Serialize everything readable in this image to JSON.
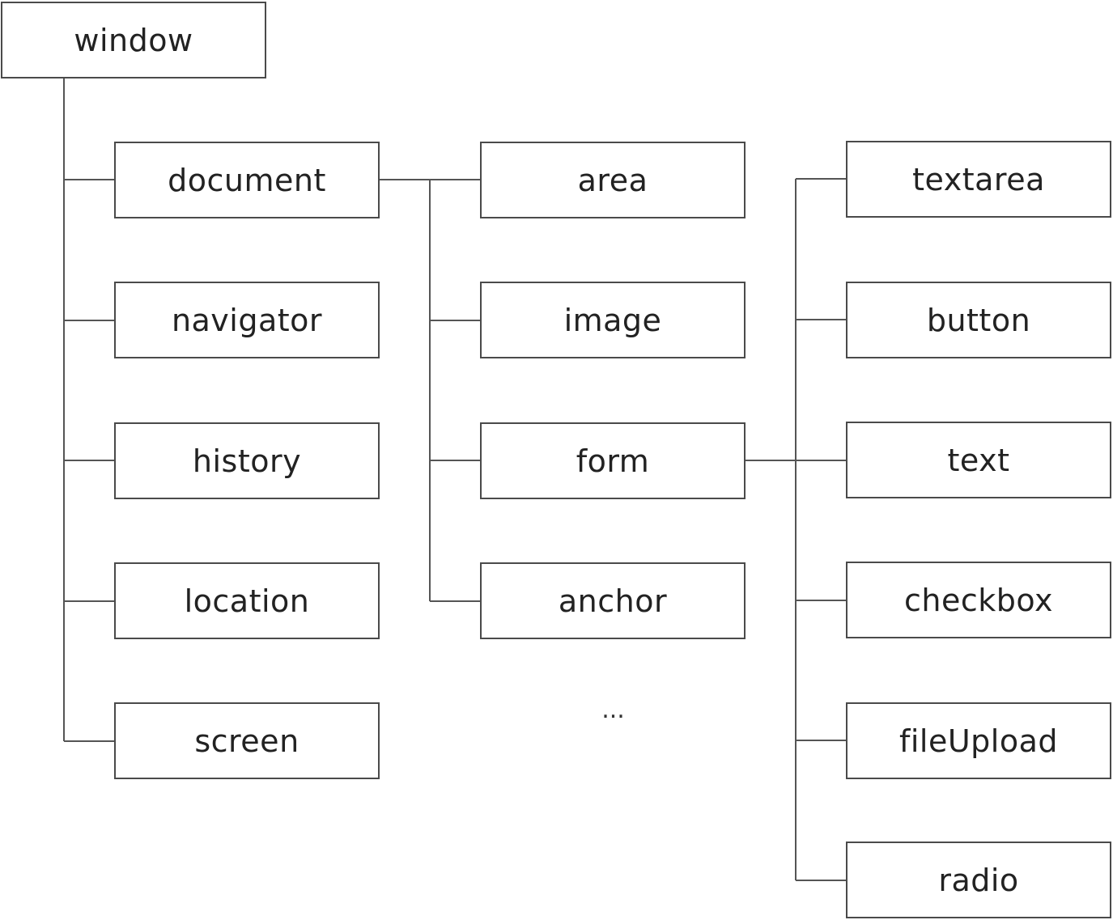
{
  "root": {
    "label": "window"
  },
  "window_children": [
    {
      "label": "document"
    },
    {
      "label": "navigator"
    },
    {
      "label": "history"
    },
    {
      "label": "location"
    },
    {
      "label": "screen"
    }
  ],
  "document_children": [
    {
      "label": "area"
    },
    {
      "label": "image"
    },
    {
      "label": "form"
    },
    {
      "label": "anchor"
    }
  ],
  "document_more": "...",
  "form_children": [
    {
      "label": "textarea"
    },
    {
      "label": "button"
    },
    {
      "label": "text"
    },
    {
      "label": "checkbox"
    },
    {
      "label": "fileUpload"
    },
    {
      "label": "radio"
    }
  ]
}
